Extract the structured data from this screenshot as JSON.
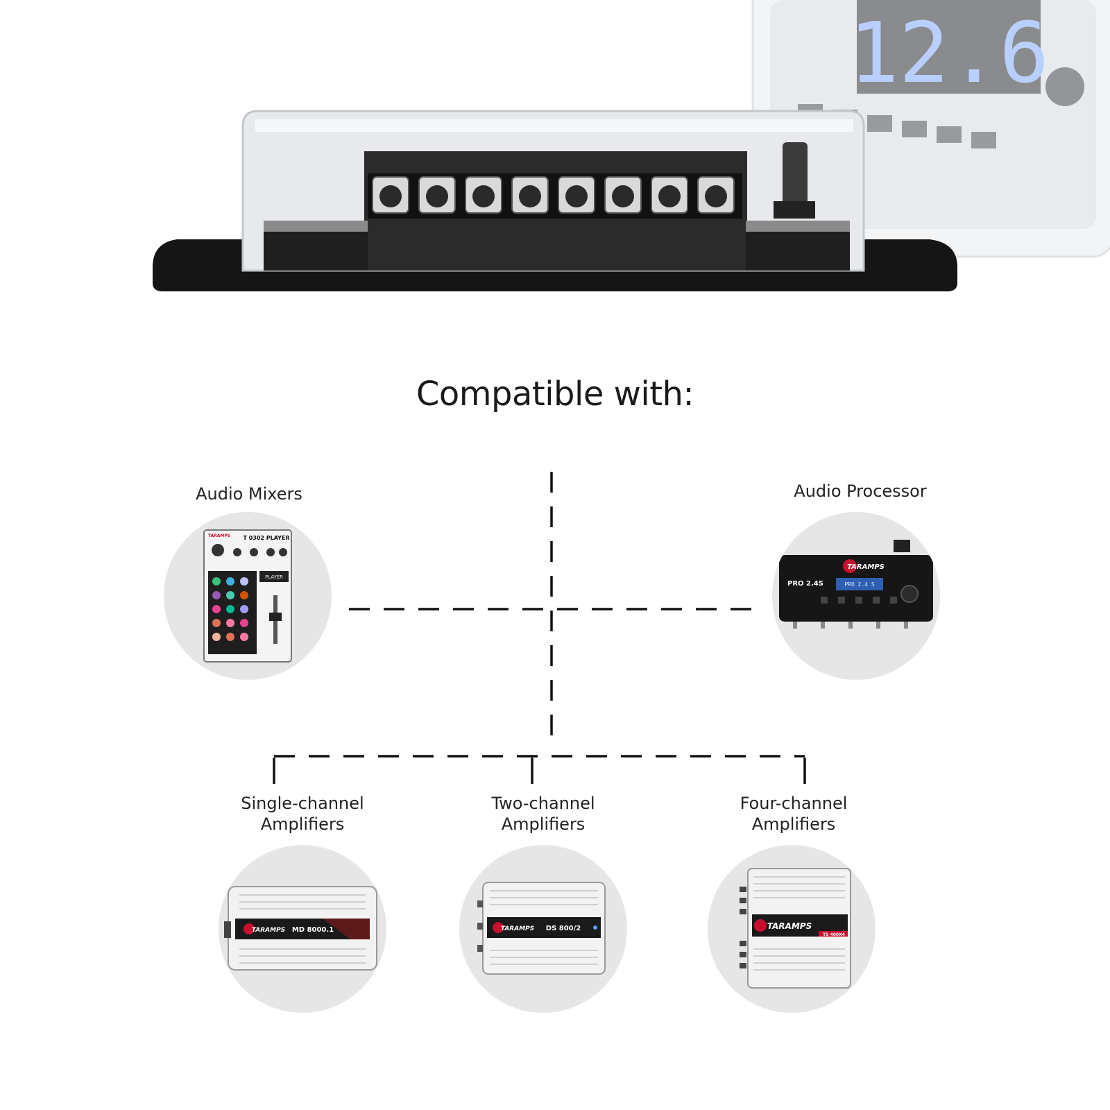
{
  "title": "Compatible with:",
  "nodes": {
    "mixers": {
      "label": "Audio Mixers",
      "device_text": "T 0302 PLAYER",
      "brand": "TARAMPS",
      "screen": "PLAYER"
    },
    "processor": {
      "label": "Audio Processor",
      "device_text": "PRO 2.4S",
      "brand": "TARAMPS",
      "screen": "PRO 2.4 S"
    },
    "single": {
      "label_line1": "Single-channel",
      "label_line2": "Amplifiers",
      "model": "MD 8000.1",
      "brand": "TARAMPS"
    },
    "two": {
      "label_line1": "Two-channel",
      "label_line2": "Amplifiers",
      "model": "DS 800/2",
      "brand": "TARAMPS"
    },
    "four": {
      "label_line1": "Four-channel",
      "label_line2": "Amplifiers",
      "model": "TS 400X4",
      "brand": "TARAMPS"
    }
  },
  "product": {
    "display_value": "12.6"
  },
  "colors": {
    "line": "#111111",
    "circle": "#e6e6e6",
    "text": "#1a1a1a",
    "brand_red": "#c8102e",
    "lcd_blue": "#3a7bd5"
  }
}
